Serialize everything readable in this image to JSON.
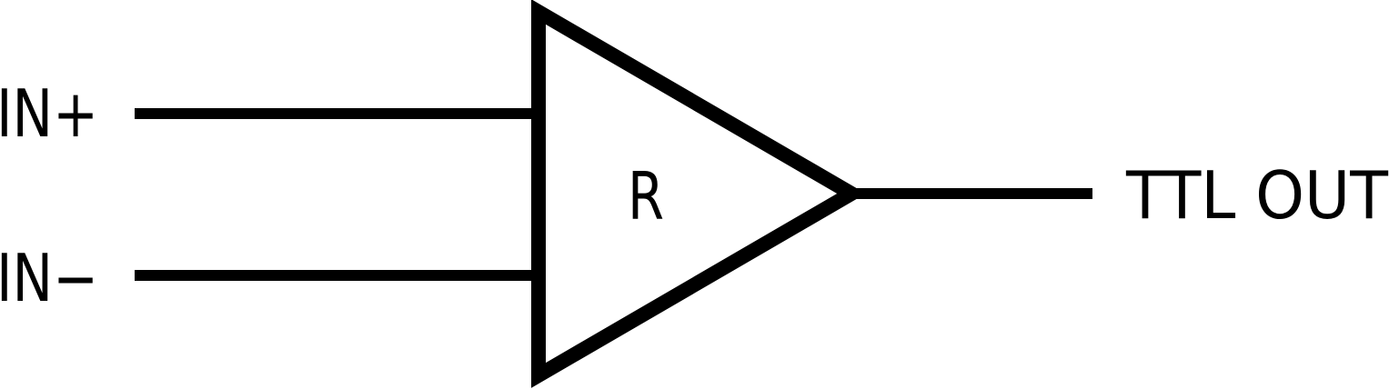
{
  "diagram": {
    "symbol": "comparator-triangle",
    "inputs": {
      "positive_label": "IN+",
      "negative_label": "IN−"
    },
    "body_label": "R",
    "output_label": "TTL OUT"
  }
}
